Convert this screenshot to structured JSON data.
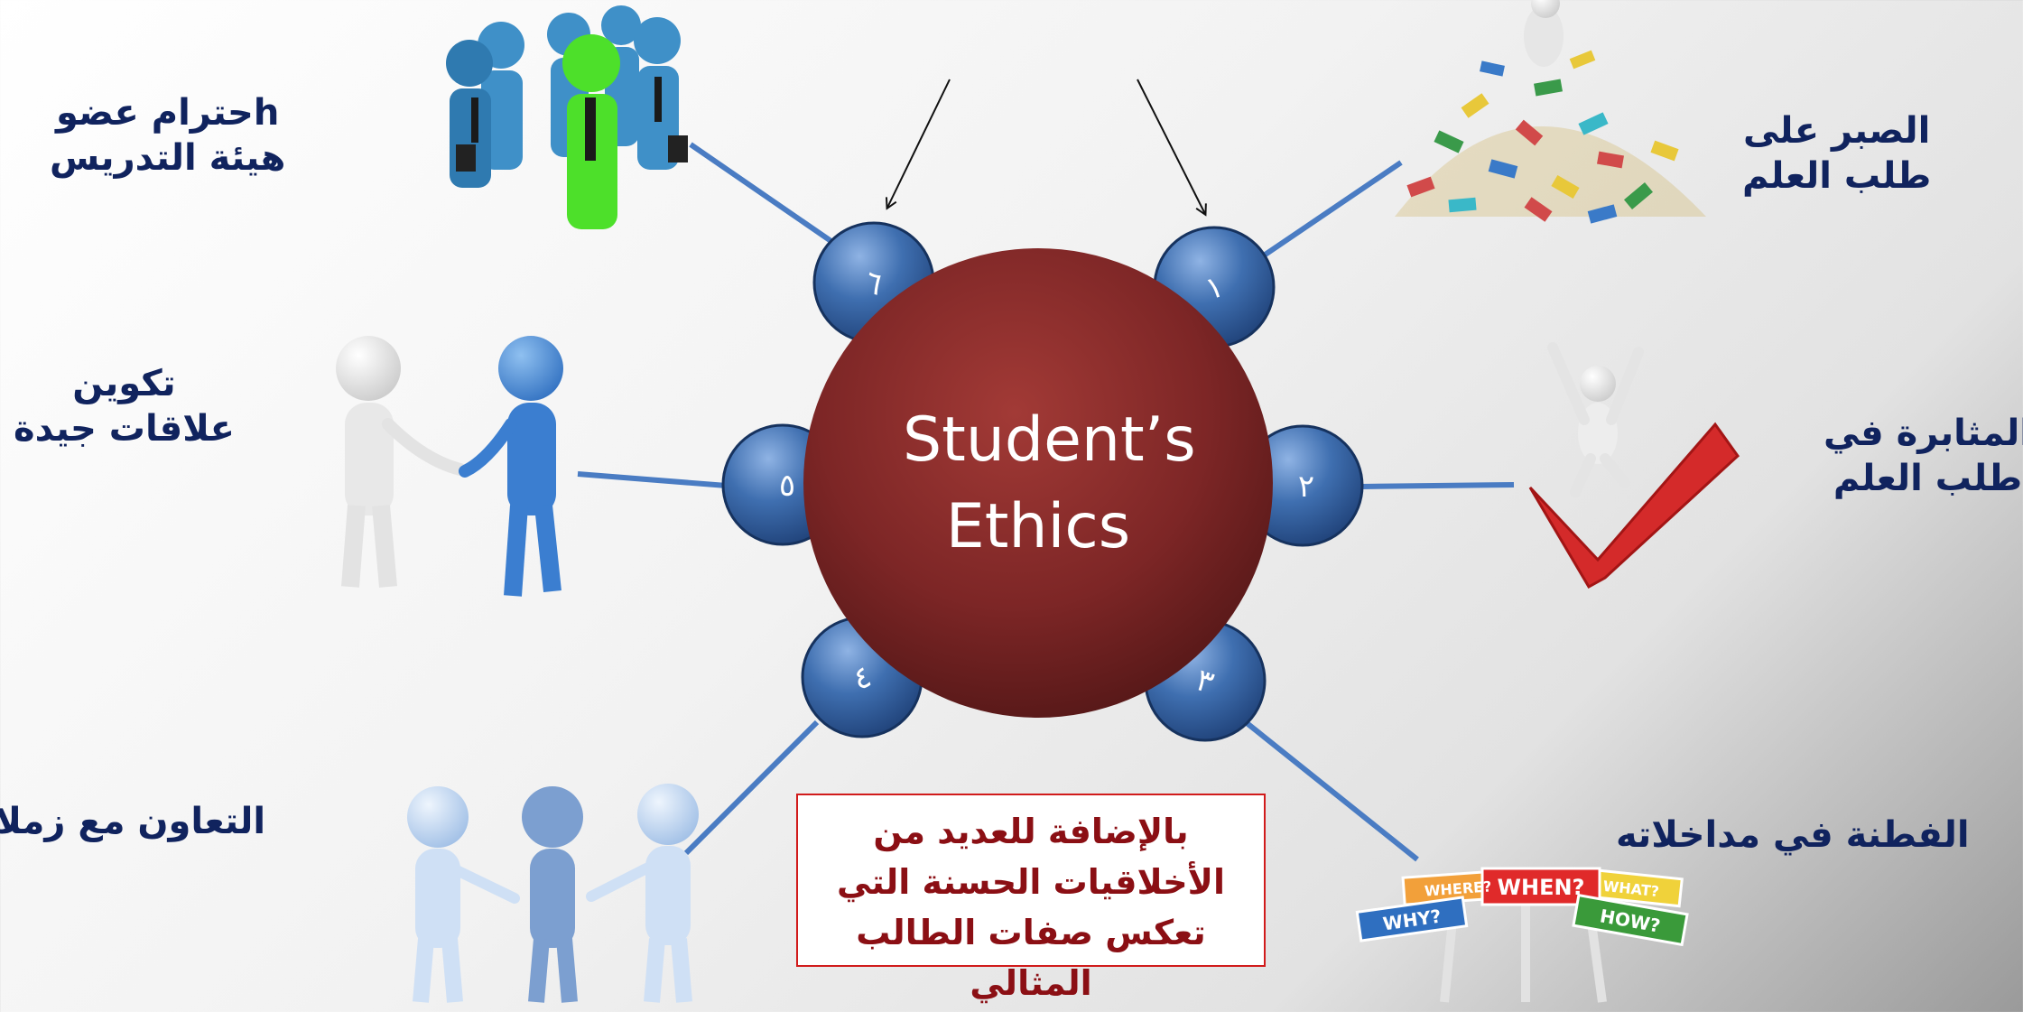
{
  "center": {
    "line1": "Student’s",
    "line2": "Ethics"
  },
  "nodes": [
    {
      "number": "١",
      "line1": "الصبر على",
      "line2": "طلب العلم"
    },
    {
      "number": "٢",
      "line1": "المثابرة في",
      "line2": "طلب العلم"
    },
    {
      "number": "٣",
      "line1": "الفطنة في مداخلاته",
      "line2": ""
    },
    {
      "number": "٤",
      "line1": "التعاون مع زملائه",
      "line2": ""
    },
    {
      "number": "٥",
      "line1": "تكوين",
      "line2": "علاقات جيدة"
    },
    {
      "number": "٦",
      "line1": "hحترام عضو",
      "line2": "هيئة التدريس"
    }
  ],
  "note": {
    "line1": "بالإضافة للعديد من",
    "line2": "الأخلاقيات الحسنة التي",
    "line3": "تعكس صفات الطالب المثالي"
  },
  "signs": {
    "when": "WHEN?",
    "where": "WHERE?",
    "why": "WHY?",
    "how": "HOW?",
    "what": "WHAT?"
  },
  "colors": {
    "node_blue": "#2c5d9e",
    "connector_blue": "#4a7cc3",
    "center_maroon": "#7d2626",
    "label_navy": "#10235e",
    "note_red": "#8b0f14"
  }
}
